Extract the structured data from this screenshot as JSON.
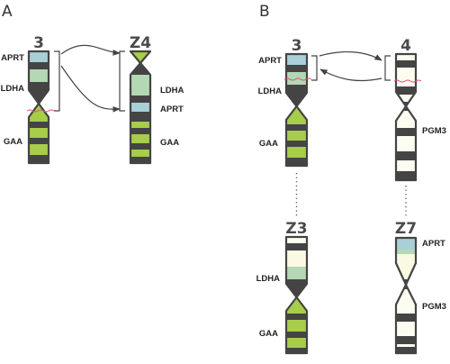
{
  "panels": {
    "a": {
      "label": "A",
      "chromosomes": [
        {
          "name": "3",
          "genes": [
            "APRT",
            "LDHA",
            "GAA"
          ]
        },
        {
          "name": "Z4",
          "genes": [
            "LDHA",
            "APRT",
            "GAA"
          ]
        }
      ]
    },
    "b": {
      "label": "B",
      "chromosomes": [
        {
          "name": "3",
          "genes": [
            "APRT",
            "LDHA",
            "GAA"
          ]
        },
        {
          "name": "4",
          "genes": [
            "PGM3"
          ]
        },
        {
          "name": "Z3",
          "genes": [
            "LDHA",
            "GAA"
          ]
        },
        {
          "name": "Z7",
          "genes": [
            "APRT",
            "PGM3"
          ]
        }
      ]
    }
  },
  "colors": {
    "outline": "#444444",
    "green": "#a7cd4a",
    "blue": "#a9d0d6",
    "pale_green": "#b4d8b4",
    "cream": "#fbf8e4",
    "breakpoint": "#e0507a"
  }
}
